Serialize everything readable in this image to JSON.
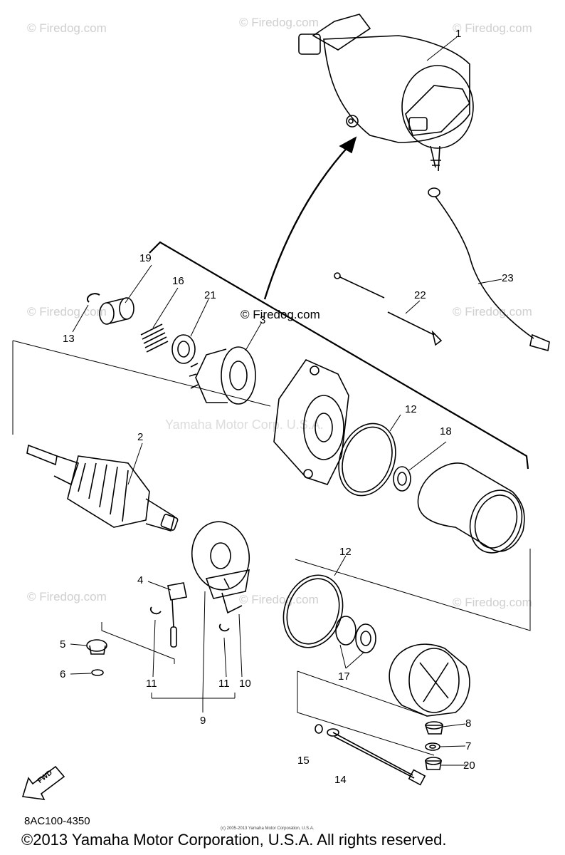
{
  "watermark": {
    "site": "© Firedog.com",
    "center_site": "© Firedog.com",
    "vendor": "Yamaha Motor Corp. U.S.A."
  },
  "callouts": {
    "c1": "1",
    "c2": "2",
    "c3": "3",
    "c4": "4",
    "c5": "5",
    "c6": "6",
    "c7": "7",
    "c8": "8",
    "c9": "9",
    "c10": "10",
    "c11a": "11",
    "c11b": "11",
    "c12a": "12",
    "c12b": "12",
    "c13": "13",
    "c14": "14",
    "c15": "15",
    "c16": "16",
    "c17": "17",
    "c18": "18",
    "c19": "19",
    "c20": "20",
    "c21": "21",
    "c22": "22",
    "c23": "23"
  },
  "fwd_label": "FWD",
  "part_number": "8AC100-4350",
  "fine_print": "(c) 2005-2013 Yamaha Motor Corporation, U.S.A.",
  "copyright": "©2013 Yamaha Motor Corporation, U.S.A. All rights reserved.",
  "colors": {
    "ink": "#000000",
    "watermark": "#cfcfcf"
  }
}
